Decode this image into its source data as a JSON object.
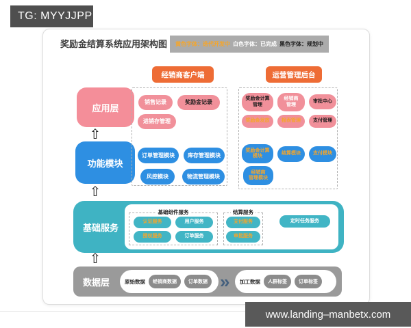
{
  "banners": {
    "top": "TG: MYYJJPP",
    "bottom": "www.landing–manbetx.com"
  },
  "title": "奖励金结算系统应用架构图",
  "legend": {
    "yellow": "黄色字体：迭代开发中",
    "white": "白色字体：已完成",
    "black": "黑色字体：规划中"
  },
  "arrow_icon": "⇧",
  "chevron_icon": "»",
  "layers": {
    "app": "应用层",
    "module": "功能模块",
    "base": "基础服务",
    "data": "数据层"
  },
  "client": {
    "header": "经销商客户端",
    "app_pills": [
      {
        "label": "销售记录"
      },
      {
        "label": "奖励金记录"
      },
      {
        "label": "进销存管理"
      }
    ],
    "module_pills": [
      {
        "label": "订单管理模块"
      },
      {
        "label": "库存管理模块"
      },
      {
        "label": "风控模块"
      },
      {
        "label": "物流管理模块"
      }
    ]
  },
  "ops": {
    "header": "运营管理后台",
    "app_pills": [
      {
        "label": "奖励金计算\n管理"
      },
      {
        "label": "经销商\n管理"
      },
      {
        "label": "审批中心"
      },
      {
        "label": "奖励金发放"
      },
      {
        "label": "报表管理"
      },
      {
        "label": "支付管理"
      }
    ],
    "module_pills": [
      {
        "label": "奖励金计算\n模块"
      },
      {
        "label": "结算模块"
      },
      {
        "label": "支付模块"
      },
      {
        "label": "经销商\n管理模块"
      }
    ]
  },
  "base_services": {
    "group1": {
      "title": "基础组件服务",
      "pills": [
        {
          "label": "认证服务"
        },
        {
          "label": "用户服务"
        },
        {
          "label": "授权服务"
        },
        {
          "label": "订单服务"
        }
      ]
    },
    "group2": {
      "title": "结算服务",
      "pills": [
        {
          "label": "支付服务"
        },
        {
          "label": "审批服务"
        }
      ]
    },
    "standalone": "定时任务服务"
  },
  "data_layer": {
    "raw": {
      "title": "原始数据",
      "pills": [
        {
          "label": "经销商数据"
        },
        {
          "label": "订单数据"
        }
      ]
    },
    "processed": {
      "title": "加工数据",
      "pills": [
        {
          "label": "人群标签"
        },
        {
          "label": "订单标签"
        }
      ]
    }
  },
  "colors": {
    "pink": "#f1909a",
    "orange": "#ee6c35",
    "blue": "#2e8fe2",
    "teal": "#3fb3c3",
    "gray_bar": "#9a9a9a",
    "gray_pill": "#8c8c8c",
    "yellow_text": "#f5a62b",
    "legend_bg": "#ababab",
    "banner_bg": "#4f4f4f"
  }
}
